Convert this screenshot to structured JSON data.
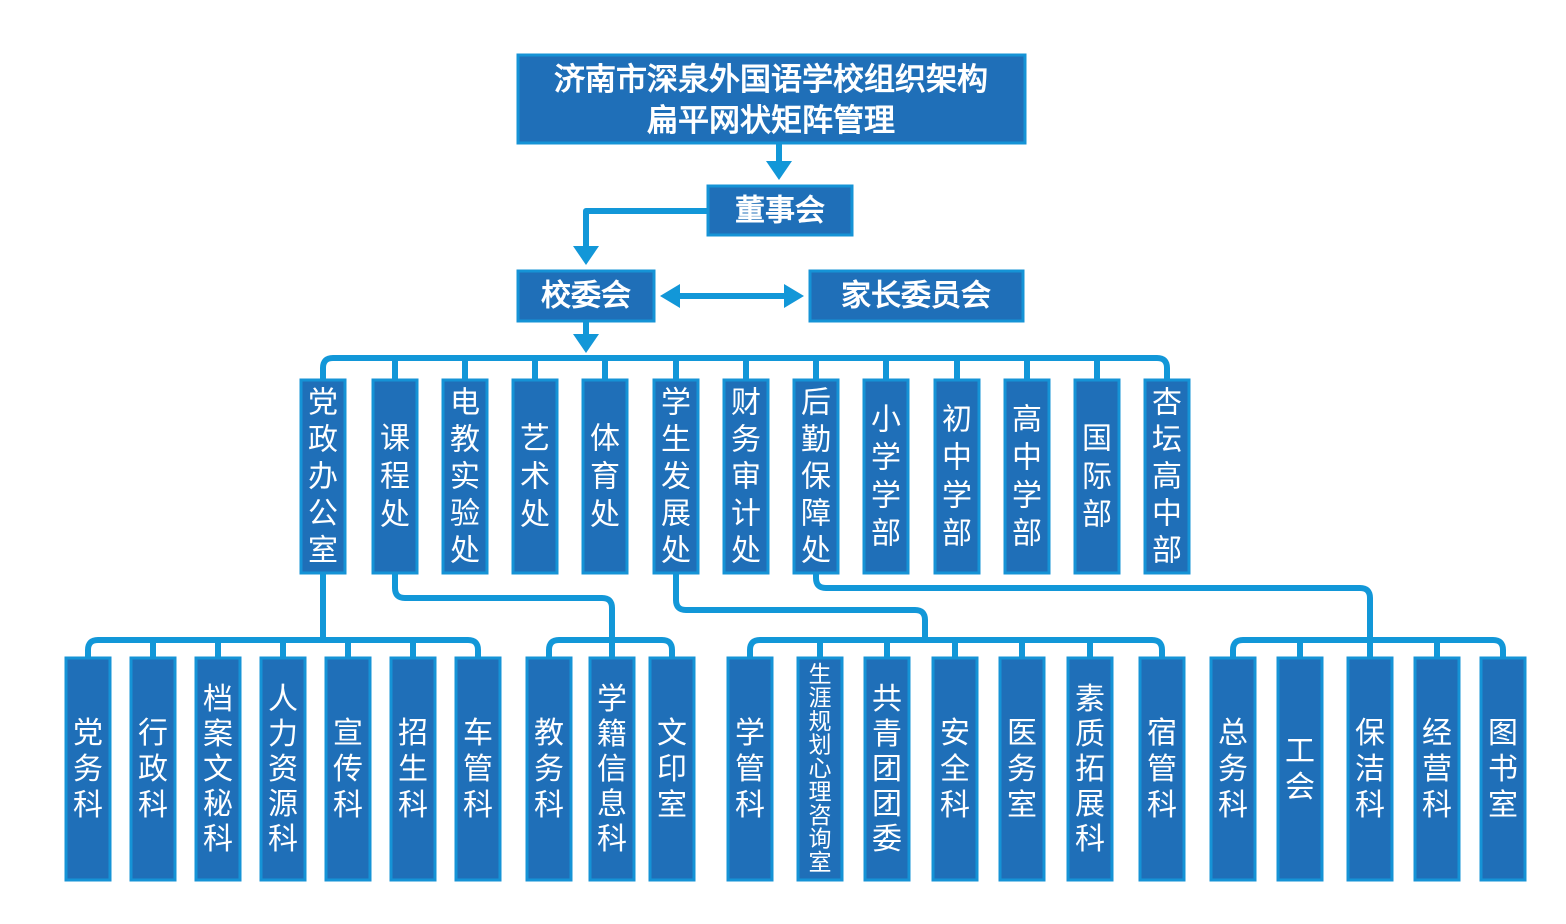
{
  "title": {
    "line1": "济南市深泉外国语学校组织架构",
    "line2": "扁平网状矩阵管理"
  },
  "board": "董事会",
  "school_committee": "校委会",
  "parent_committee": "家长委员会",
  "departments": [
    "党政办公室",
    "课程处",
    "电教实验处",
    "艺术处",
    "体育处",
    "学生发展处",
    "财务审计处",
    "后勤保障处",
    "小学学部",
    "初中学部",
    "高中学部",
    "国际部",
    "杏坛高中部"
  ],
  "sections": [
    "党务科",
    "行政科",
    "档案文秘科",
    "人力资源科",
    "宣传科",
    "招生科",
    "车管科",
    "教务科",
    "学籍信息科",
    "文印室",
    "学管科",
    "生涯规划心理咨询室",
    "共青团团委",
    "安全科",
    "医务室",
    "素质拓展科",
    "宿管科",
    "总务科",
    "工会",
    "保洁科",
    "经营科",
    "图书室"
  ],
  "colors": {
    "box_fill": "#1f6fb8",
    "box_border": "#1593d6",
    "connector": "#1297d8",
    "text": "#ffffff"
  }
}
